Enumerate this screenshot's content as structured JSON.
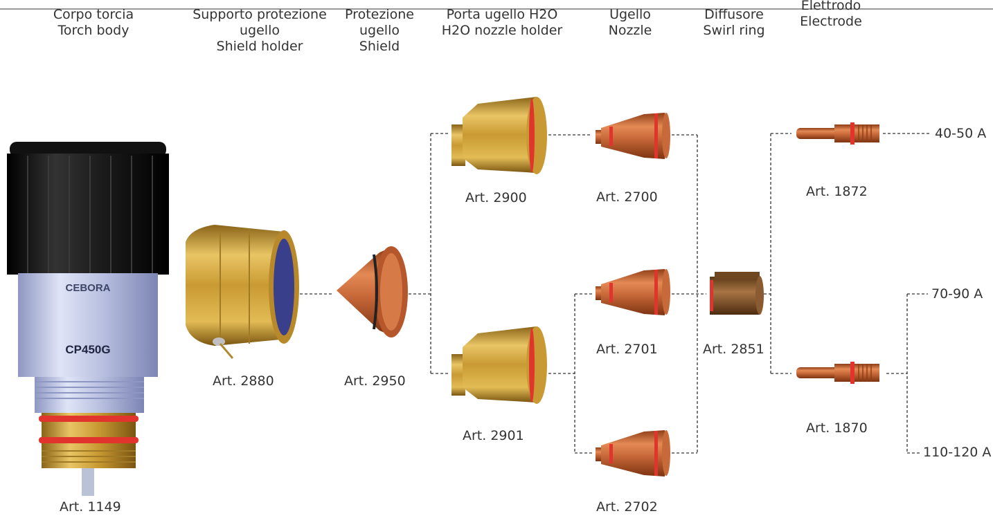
{
  "headers": {
    "torch_body": {
      "it": "Corpo torcia",
      "en": "Torch body"
    },
    "shield_holder": {
      "it1": "Supporto protezione",
      "it2": "ugello",
      "en": "Shield holder"
    },
    "shield": {
      "it1": "Protezione",
      "it2": "ugello",
      "en": "Shield"
    },
    "nozzle_holder": {
      "it": "Porta ugello H2O",
      "en": "H2O nozzle holder"
    },
    "nozzle": {
      "it": "Ugello",
      "en": "Nozzle"
    },
    "swirl_ring": {
      "it": "Diffusore",
      "en": "Swirl ring"
    },
    "electrode": {
      "it": "Elettrodo",
      "en": "Electrode"
    }
  },
  "parts": {
    "torch": "Art. 1149",
    "shield_holder": "Art. 2880",
    "shield": "Art. 2950",
    "nozzle_holder_a": "Art. 2900",
    "nozzle_holder_b": "Art. 2901",
    "nozzle_a": "Art. 2700",
    "nozzle_b": "Art. 2701",
    "nozzle_c": "Art. 2702",
    "swirl": "Art. 2851",
    "electrode_a": "Art. 1872",
    "electrode_b": "Art. 1870"
  },
  "torch_labels": {
    "brand": "CEBORA",
    "model": "CP450G"
  },
  "currents": {
    "a": "40-50 A",
    "b": "70-90 A",
    "c": "110-120 A"
  },
  "colors": {
    "gold": "#c9a13c",
    "copper": "#c8693a",
    "oring": "#e0342d",
    "cap": "#1a1a1a",
    "steel": "#b9c0e0",
    "bronze": "#8a5a30",
    "line": "#333333"
  }
}
